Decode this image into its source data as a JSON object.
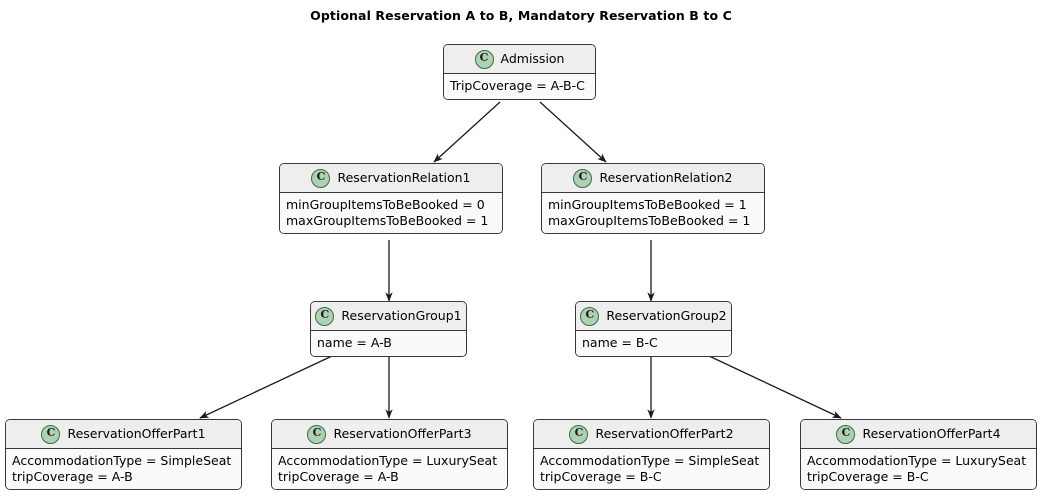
{
  "diagram": {
    "title": "Optional Reservation A to B, Mandatory Reservation B to C",
    "type": "uml-class-diagram",
    "stereotype_icon": "C",
    "colors": {
      "icon_fill": "#ADD1B2",
      "icon_border": "#3F6A45",
      "header_fill": "#EEEEEE",
      "body_fill": "#FAFAFA",
      "border": "#383838",
      "arrow": "#1A1A1A",
      "background": "#FFFFFF"
    },
    "classes": [
      {
        "id": "admission",
        "name": "Admission",
        "icon": "C",
        "attributes": [
          "TripCoverage = A-B-C"
        ]
      },
      {
        "id": "reservation-relation-1",
        "name": "ReservationRelation1",
        "icon": "C",
        "attributes": [
          "minGroupItemsToBeBooked = 0",
          "maxGroupItemsToBeBooked = 1"
        ]
      },
      {
        "id": "reservation-relation-2",
        "name": "ReservationRelation2",
        "icon": "C",
        "attributes": [
          "minGroupItemsToBeBooked = 1",
          "maxGroupItemsToBeBooked = 1"
        ]
      },
      {
        "id": "reservation-group-1",
        "name": "ReservationGroup1",
        "icon": "C",
        "attributes": [
          "name = A-B"
        ]
      },
      {
        "id": "reservation-group-2",
        "name": "ReservationGroup2",
        "icon": "C",
        "attributes": [
          "name = B-C"
        ]
      },
      {
        "id": "reservation-offer-part-1",
        "name": "ReservationOfferPart1",
        "icon": "C",
        "attributes": [
          "AccommodationType = SimpleSeat",
          "tripCoverage = A-B"
        ]
      },
      {
        "id": "reservation-offer-part-3",
        "name": "ReservationOfferPart3",
        "icon": "C",
        "attributes": [
          "AccommodationType = LuxurySeat",
          "tripCoverage = A-B"
        ]
      },
      {
        "id": "reservation-offer-part-2",
        "name": "ReservationOfferPart2",
        "icon": "C",
        "attributes": [
          "AccommodationType = SimpleSeat",
          "tripCoverage = B-C"
        ]
      },
      {
        "id": "reservation-offer-part-4",
        "name": "ReservationOfferPart4",
        "icon": "C",
        "attributes": [
          "AccommodationType = LuxurySeat",
          "tripCoverage = B-C"
        ]
      }
    ],
    "connections": [
      {
        "from": "admission",
        "to": "reservation-relation-1",
        "style": "solid-arrow"
      },
      {
        "from": "admission",
        "to": "reservation-relation-2",
        "style": "solid-arrow"
      },
      {
        "from": "reservation-relation-1",
        "to": "reservation-group-1",
        "style": "solid-arrow"
      },
      {
        "from": "reservation-relation-2",
        "to": "reservation-group-2",
        "style": "solid-arrow"
      },
      {
        "from": "reservation-group-1",
        "to": "reservation-offer-part-1",
        "style": "solid-arrow"
      },
      {
        "from": "reservation-group-1",
        "to": "reservation-offer-part-3",
        "style": "solid-arrow"
      },
      {
        "from": "reservation-group-2",
        "to": "reservation-offer-part-2",
        "style": "solid-arrow"
      },
      {
        "from": "reservation-group-2",
        "to": "reservation-offer-part-4",
        "style": "solid-arrow"
      }
    ]
  }
}
